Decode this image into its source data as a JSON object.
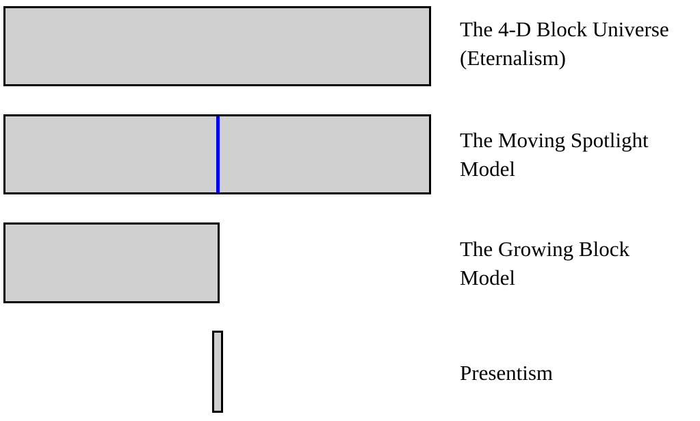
{
  "colors": {
    "block_fill": "#d0d0d0",
    "block_border": "#000000",
    "spotlight": "#0000ee",
    "text": "#000000"
  },
  "models": [
    {
      "label_lines": [
        "The 4-D Block Universe",
        "(Eternalism)"
      ],
      "extent": "full"
    },
    {
      "label_lines": [
        "The Moving Spotlight",
        "Model"
      ],
      "extent": "full",
      "marker": "present-moment line at midpoint"
    },
    {
      "label_lines": [
        "The Growing Block",
        "Model"
      ],
      "extent": "past up to present"
    },
    {
      "label_lines": [
        "Presentism"
      ],
      "extent": "present only"
    }
  ]
}
